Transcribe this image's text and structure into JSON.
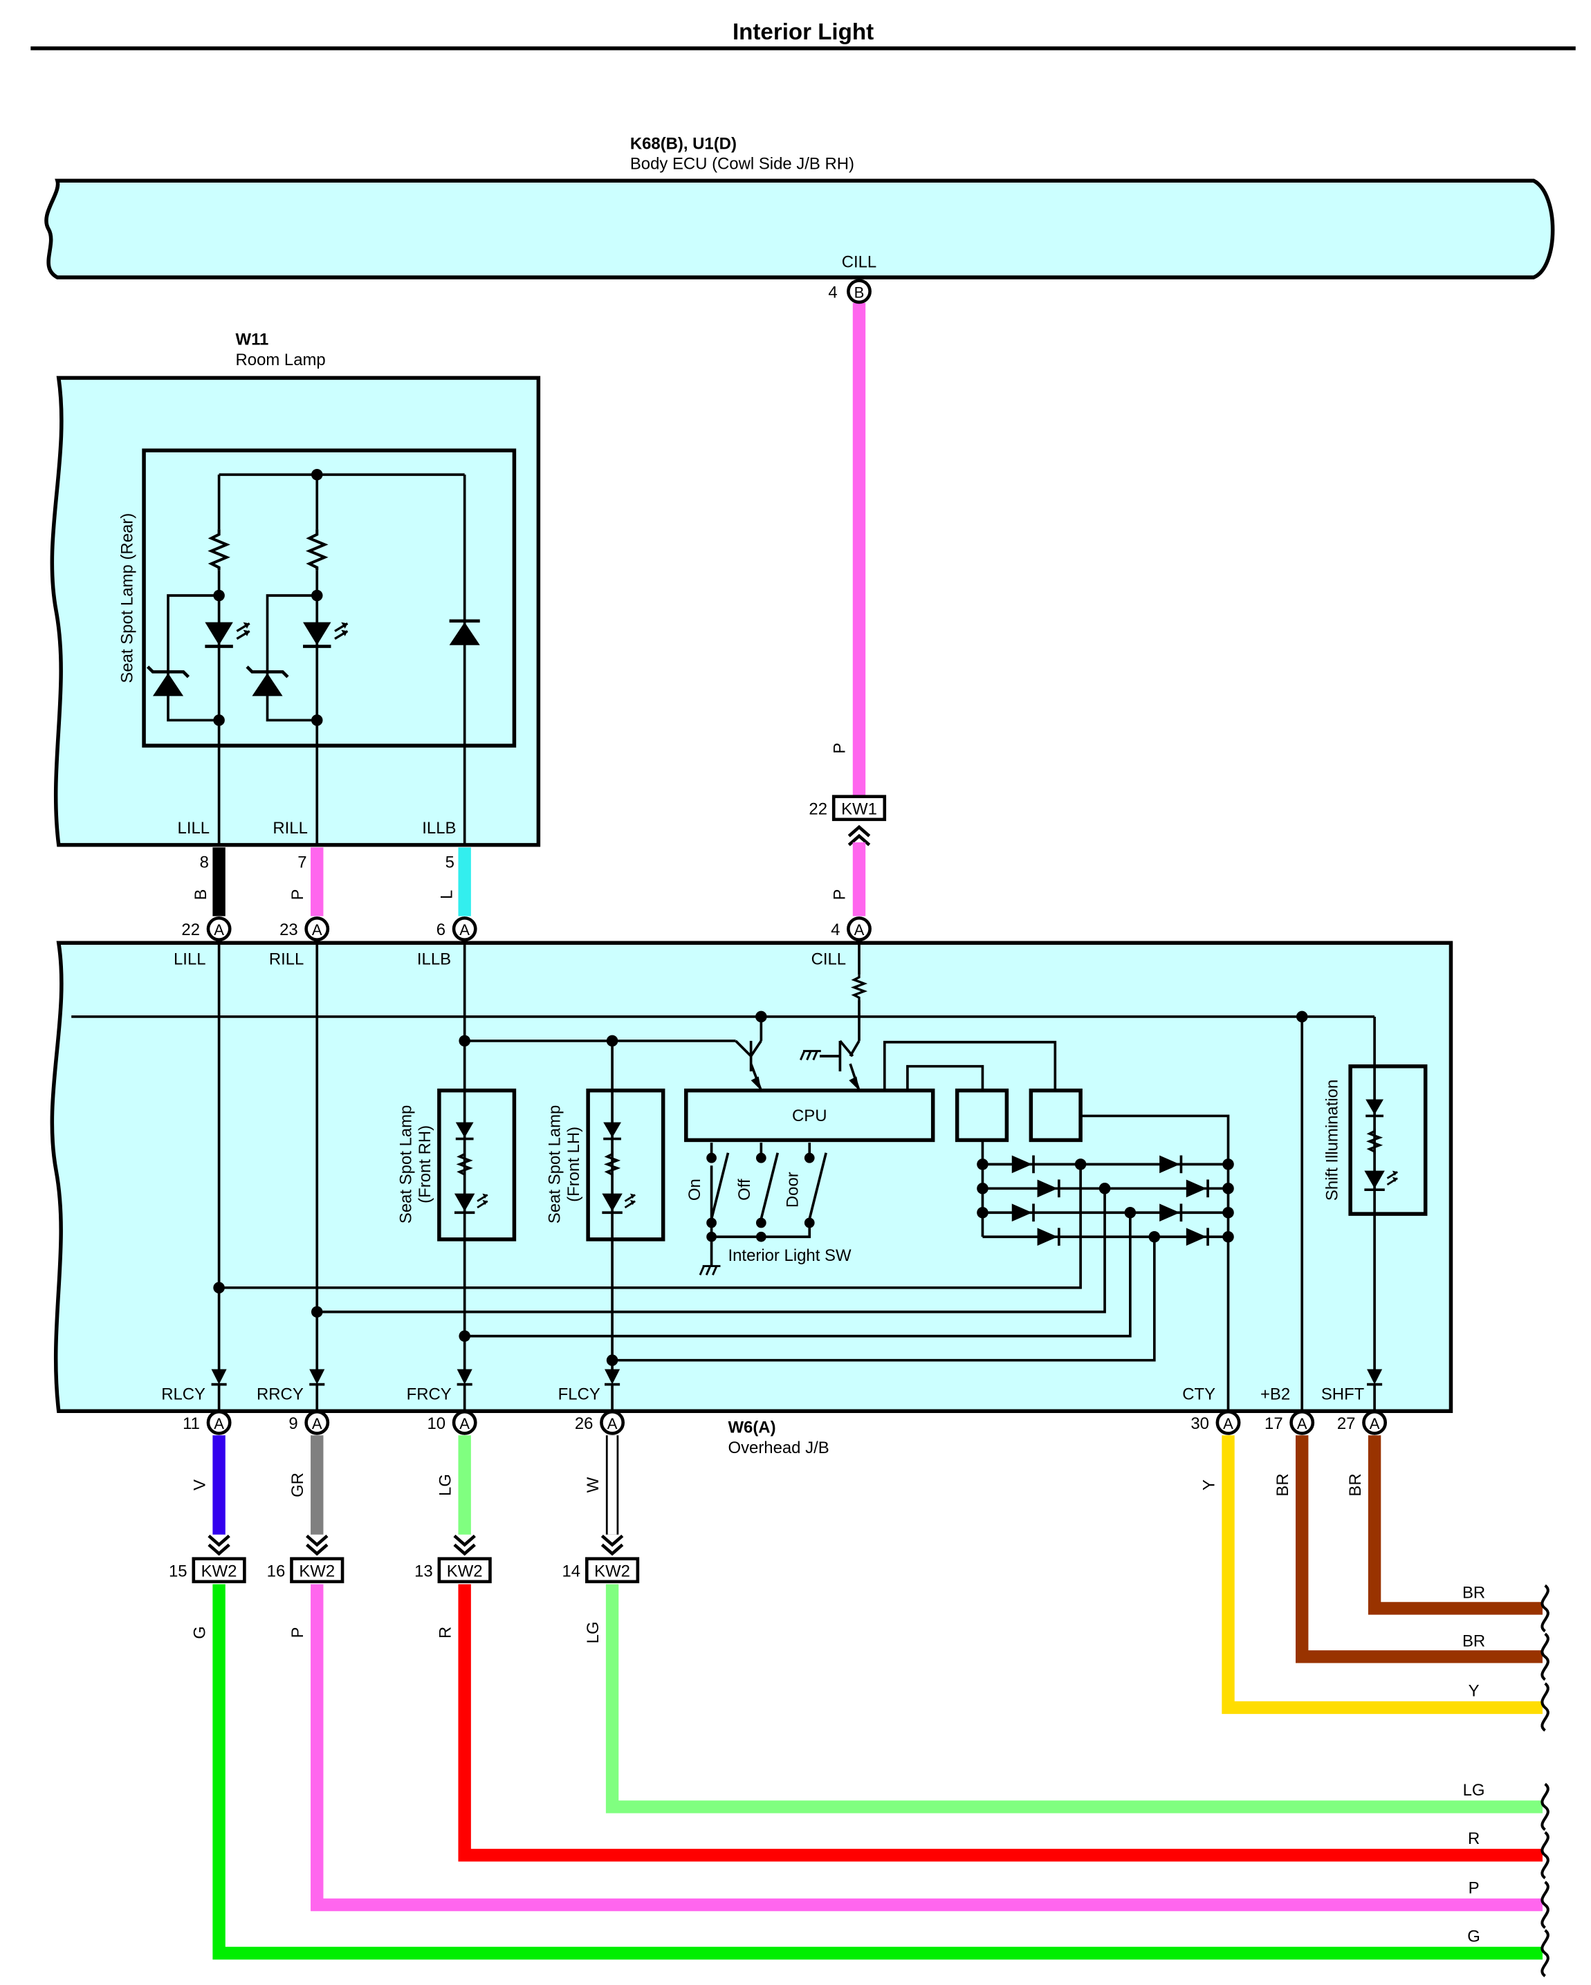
{
  "title": "Interior Light",
  "body_ecu": {
    "code": "K68(B), U1(D)",
    "name": "Body ECU (Cowl Side J/B RH)",
    "terminal": "CILL",
    "pin": "4",
    "conn": "B"
  },
  "room_lamp": {
    "code": "W11",
    "name": "Room Lamp",
    "sublabel": "Seat Spot Lamp (Rear)",
    "terminals": [
      "LILL",
      "RILL",
      "ILLB"
    ],
    "pins": [
      "8",
      "7",
      "5"
    ]
  },
  "kw1": {
    "pin": "22",
    "label": "KW1"
  },
  "overhead_jb": {
    "code": "W6(A)",
    "name": "Overhead J/B",
    "top_terminals": [
      "LILL",
      "RILL",
      "ILLB",
      "CILL"
    ],
    "top_pins": [
      "22",
      "23",
      "6",
      "4"
    ],
    "bottom_terminals": [
      "RLCY",
      "RRCY",
      "FRCY",
      "FLCY",
      "CTY",
      "+B2",
      "SHFT"
    ],
    "bottom_pins": [
      "11",
      "9",
      "10",
      "26",
      "30",
      "17",
      "27"
    ],
    "conn": "A",
    "cpu": "CPU",
    "switch_label": "Interior Light SW",
    "switch_positions": [
      "On",
      "Off",
      "Door"
    ],
    "front_rh_lamp": [
      "Seat Spot Lamp",
      "(Front RH)"
    ],
    "front_lh_lamp": [
      "Seat Spot Lamp",
      "(Front LH)"
    ],
    "shift_illum": "Shift Illumination"
  },
  "kw2": {
    "label": "KW2",
    "pins": [
      "15",
      "16",
      "13",
      "14"
    ]
  },
  "wire_codes": {
    "ecu_upper": "P",
    "ecu_lower": "P",
    "room": [
      "B",
      "P",
      "L"
    ],
    "upper": [
      "V",
      "GR",
      "LG",
      "W"
    ],
    "lower": [
      "G",
      "P",
      "R",
      "LG"
    ],
    "right": [
      "Y",
      "BR",
      "BR"
    ]
  },
  "right_labels": [
    "BR",
    "BR",
    "Y",
    "LG",
    "R",
    "P",
    "G"
  ],
  "colors": {
    "panel": "#ccffff",
    "P": "#ff66ee",
    "B": "#000000",
    "L": "#33eeee",
    "V": "#3300ee",
    "GR": "#808080",
    "LG": "#80ff80",
    "W": "#ffffff",
    "G": "#00ee00",
    "R": "#ff0000",
    "Y": "#ffdd00",
    "BR": "#993300"
  }
}
